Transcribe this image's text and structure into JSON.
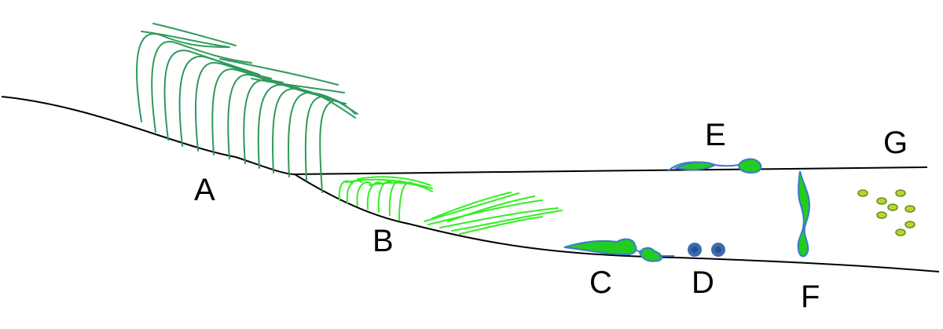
{
  "labels": {
    "a": "A",
    "b": "B",
    "c": "C",
    "d": "D",
    "e": "E",
    "f": "F",
    "g": "G"
  },
  "colors": {
    "background": "#ffffff",
    "line": "#000000",
    "emergent_plants": "#2e9a5c",
    "submerged_plants": "#33ee22",
    "algae_fill": "#22cc22",
    "algae_stroke": "#3a7bc8",
    "sediment_cells": "#3b6cb0",
    "plankton_fill": "#bcd32f",
    "plankton_stroke": "#5e8e1c"
  }
}
